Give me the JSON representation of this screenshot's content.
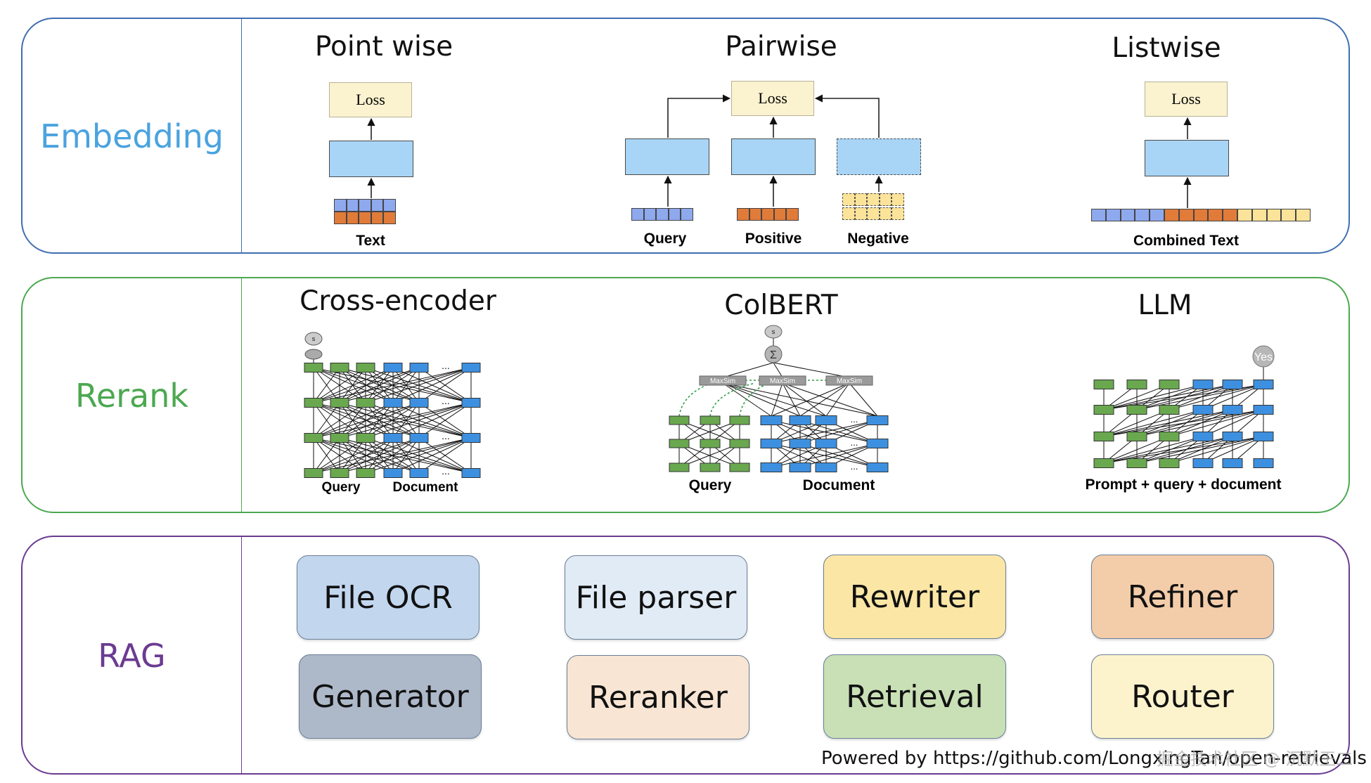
{
  "embedding": {
    "label": "Embedding",
    "pointwise": {
      "title": "Point wise",
      "loss": "Loss",
      "input": "Text"
    },
    "pairwise": {
      "title": "Pairwise",
      "loss": "Loss",
      "query": "Query",
      "positive": "Positive",
      "negative": "Negative"
    },
    "listwise": {
      "title": "Listwise",
      "loss": "Loss",
      "input": "Combined Text"
    }
  },
  "rerank": {
    "label": "Rerank",
    "cross_encoder": {
      "title": "Cross-encoder",
      "query": "Query",
      "document": "Document",
      "score": "s",
      "ellipsis": "..."
    },
    "colbert": {
      "title": "ColBERT",
      "query": "Query",
      "document": "Document",
      "maxsim": "MaxSim",
      "sum": "Σ",
      "score": "s",
      "ellipsis": "..."
    },
    "llm": {
      "title": "LLM",
      "caption": "Prompt + query + document",
      "output": "Yes"
    }
  },
  "rag": {
    "label": "RAG",
    "modules": [
      {
        "label": "File OCR",
        "color": "#c2d6ee"
      },
      {
        "label": "File parser",
        "color": "#e1ebf6"
      },
      {
        "label": "Rewriter",
        "color": "#fbe6a6"
      },
      {
        "label": "Refiner",
        "color": "#f3ccaa"
      },
      {
        "label": "Generator",
        "color": "#adb8c9"
      },
      {
        "label": "Reranker",
        "color": "#f8e5d3"
      },
      {
        "label": "Retrieval",
        "color": "#c9e0b7"
      },
      {
        "label": "Router",
        "color": "#fcf2cc"
      }
    ]
  },
  "colors": {
    "embedding": "#4aa3df",
    "rerank": "#4ca851",
    "rag": "#6b3b92",
    "token_blue": "#8fa9ee",
    "token_orange": "#e07b3a",
    "token_yellow": "#fbe39a",
    "node_green": "#6aa84f",
    "node_blue": "#3d8fe0"
  },
  "footer": "Powered by https://github.com/LongxingTan/open-retrievals",
  "watermark": "掘金技术社区 @ 沉默王二"
}
